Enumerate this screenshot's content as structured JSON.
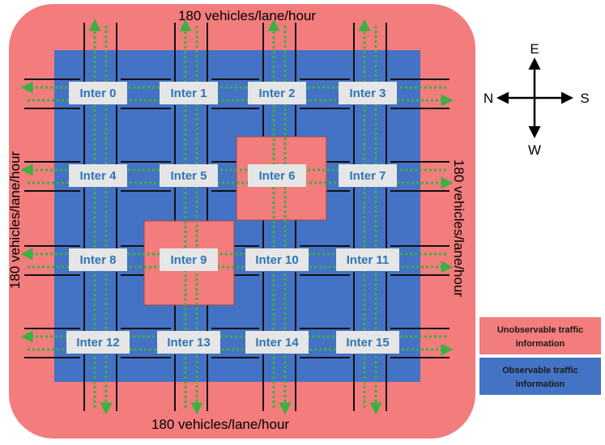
{
  "flow_labels": {
    "top": "180 vehicles/lane/hour",
    "bottom": "180 vehicles/lane/hour",
    "left": "180 vehicles/lane/hour",
    "right": "180 vehicles/lane/hour"
  },
  "intersections": [
    {
      "id": 0,
      "label": "Inter 0",
      "observable": true
    },
    {
      "id": 1,
      "label": "Inter 1",
      "observable": true
    },
    {
      "id": 2,
      "label": "Inter 2",
      "observable": true
    },
    {
      "id": 3,
      "label": "Inter 3",
      "observable": true
    },
    {
      "id": 4,
      "label": "Inter 4",
      "observable": true
    },
    {
      "id": 5,
      "label": "Inter 5",
      "observable": true
    },
    {
      "id": 6,
      "label": "Inter 6",
      "observable": false
    },
    {
      "id": 7,
      "label": "Inter 7",
      "observable": true
    },
    {
      "id": 8,
      "label": "Inter 8",
      "observable": true
    },
    {
      "id": 9,
      "label": "Inter 9",
      "observable": false
    },
    {
      "id": 10,
      "label": "Inter 10",
      "observable": true
    },
    {
      "id": 11,
      "label": "Inter 11",
      "observable": true
    },
    {
      "id": 12,
      "label": "Inter 12",
      "observable": true
    },
    {
      "id": 13,
      "label": "Inter 13",
      "observable": true
    },
    {
      "id": 14,
      "label": "Inter 14",
      "observable": true
    },
    {
      "id": 15,
      "label": "Inter 15",
      "observable": true
    }
  ],
  "compass": {
    "north": "N",
    "south": "S",
    "east": "E",
    "west": "W"
  },
  "legend": {
    "unobservable_line1": "Unobservable traffic",
    "unobservable_line2": "information",
    "observable_line1": "Observable traffic",
    "observable_line2": "information"
  },
  "colors": {
    "unobservable": "#f37c7c",
    "observable": "#4472c4",
    "road_marker": "#3cb043",
    "label_box": "#e6e6e6",
    "label_text": "#2e75b6"
  }
}
